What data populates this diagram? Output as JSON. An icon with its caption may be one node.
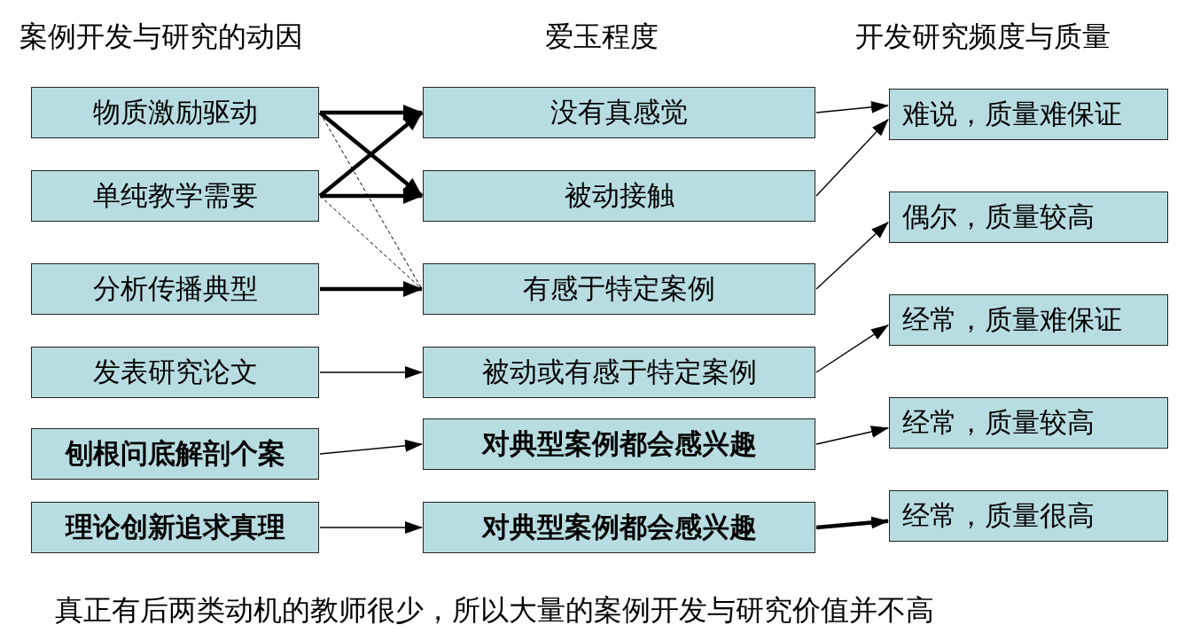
{
  "diagram": {
    "caption": "真正有后两类动机的教师很少，所以大量的案例开发与研究价值并不高",
    "nodes": [
      {
        "text": [
          "物质激励驱动"
        ]
      },
      {
        "text": [
          "单纯教学需要"
        ]
      },
      {
        "text": [
          "分析传播典型"
        ]
      },
      {
        "text": [
          "发表研究论文"
        ]
      },
      {
        "text": [
          "刨根问底解剖个案"
        ]
      },
      {
        "text": [
          "理论创新追求真理"
        ]
      },
      {
        "text": [
          "没有真感觉"
        ]
      },
      {
        "text": [
          "被动接触"
        ]
      },
      {
        "text": [
          "有感于特定案例"
        ]
      },
      {
        "text": [
          "被动或有感于特定案例"
        ]
      },
      {
        "text": [
          "对典型案例都会感兴趣"
        ]
      },
      {
        "text": [
          "对典型案例都会感兴趣"
        ]
      },
      {
        "text": [
          "难说，质量难保证"
        ]
      },
      {
        "text": [
          "偶尔，质量较高"
        ]
      },
      {
        "text": [
          "经常，质量难保证"
        ]
      },
      {
        "text": [
          "经常，质量较高"
        ]
      },
      {
        "text": [
          "经常，质量很高"
        ]
      }
    ],
    "edges": [
      {
        "from": 0,
        "to": 6,
        "arrow": "to",
        "style": "thick"
      },
      {
        "from": 0,
        "to": 7,
        "arrow": "to",
        "style": "thick"
      },
      {
        "from": 0,
        "to": 8,
        "arrow": "none",
        "style": "dashed"
      },
      {
        "from": 1,
        "to": 6,
        "arrow": "to",
        "style": "thick"
      },
      {
        "from": 1,
        "to": 7,
        "arrow": "to",
        "style": "thick"
      },
      {
        "from": 1,
        "to": 8,
        "arrow": "none",
        "style": "dashed"
      },
      {
        "from": 2,
        "to": 8,
        "arrow": "to",
        "style": "thick"
      },
      {
        "from": 3,
        "to": 9,
        "arrow": "to"
      },
      {
        "from": 4,
        "to": 10,
        "arrow": "to"
      },
      {
        "from": 5,
        "to": 11,
        "arrow": "to"
      },
      {
        "from": 6,
        "to": 12,
        "arrow": "to"
      },
      {
        "from": 7,
        "to": 12,
        "arrow": "to"
      },
      {
        "from": 8,
        "to": 13,
        "arrow": "to"
      },
      {
        "from": 9,
        "to": 14,
        "arrow": "to"
      },
      {
        "from": 10,
        "to": 15,
        "arrow": "to"
      },
      {
        "from": 11,
        "to": 16,
        "arrow": "to",
        "style": "thick"
      }
    ],
    "labels": [
      "案例开发与研究的动因",
      "爱玉程度",
      "开发研究频度与质量"
    ]
  }
}
